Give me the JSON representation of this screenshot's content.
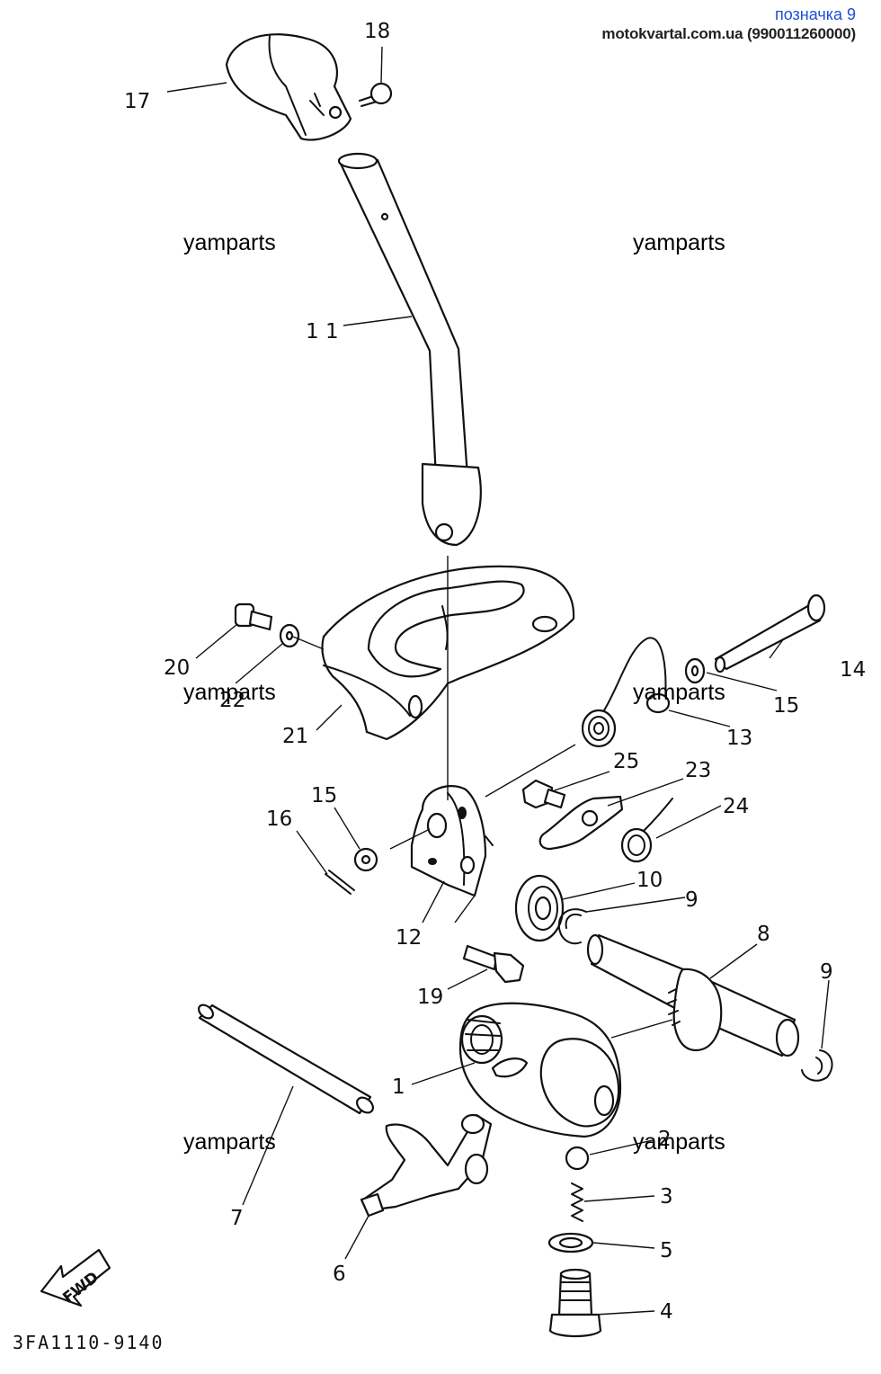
{
  "header": {
    "title": "позначка 9",
    "site": "motokvartal.com.ua (990011260000)"
  },
  "watermark": "yamparts",
  "diagram_code": "3FA1110-9140",
  "fwd_label": "FWD",
  "callouts": {
    "c1": "1",
    "c2": "2",
    "c3": "3",
    "c4": "4",
    "c5": "5",
    "c6": "6",
    "c7": "7",
    "c8": "8",
    "c9a": "9",
    "c9b": "9",
    "c10": "10",
    "c11": "1 1",
    "c12": "12",
    "c13": "13",
    "c14": "14",
    "c15a": "15",
    "c15b": "15",
    "c16": "16",
    "c17": "17",
    "c18": "18",
    "c19": "19",
    "c20": "20",
    "c21": "21",
    "c22": "22",
    "c23": "23",
    "c24": "24",
    "c25": "25"
  }
}
